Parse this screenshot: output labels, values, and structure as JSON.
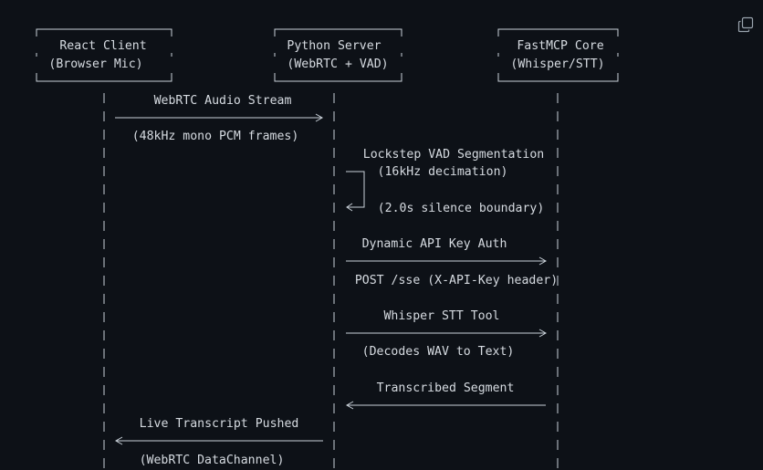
{
  "participants": [
    {
      "line1": "React Client",
      "line2": "(Browser Mic)"
    },
    {
      "line1": "Python Server",
      "line2": "(WebRTC + VAD)"
    },
    {
      "line1": "FastMCP Core",
      "line2": "(Whisper/STT)"
    }
  ],
  "messages": [
    {
      "label": "WebRTC Audio Stream",
      "note": "(48kHz mono PCM frames)"
    },
    {
      "label": "Lockstep VAD Segmentation",
      "note1": "(16kHz decimation)",
      "note2": "(2.0s silence boundary)"
    },
    {
      "label": "Dynamic API Key Auth",
      "note": "POST /sse (X-API-Key header)"
    },
    {
      "label": "Whisper STT Tool",
      "note": "(Decodes WAV to Text)"
    },
    {
      "label": "Transcribed Segment"
    },
    {
      "label": "Live Transcript Pushed",
      "note": "(WebRTC DataChannel)"
    }
  ],
  "icons": {
    "copy": "copy-icon"
  },
  "colors": {
    "background": "#0d1117",
    "text": "#d6dbe1",
    "lines": "#c9d1d9"
  }
}
